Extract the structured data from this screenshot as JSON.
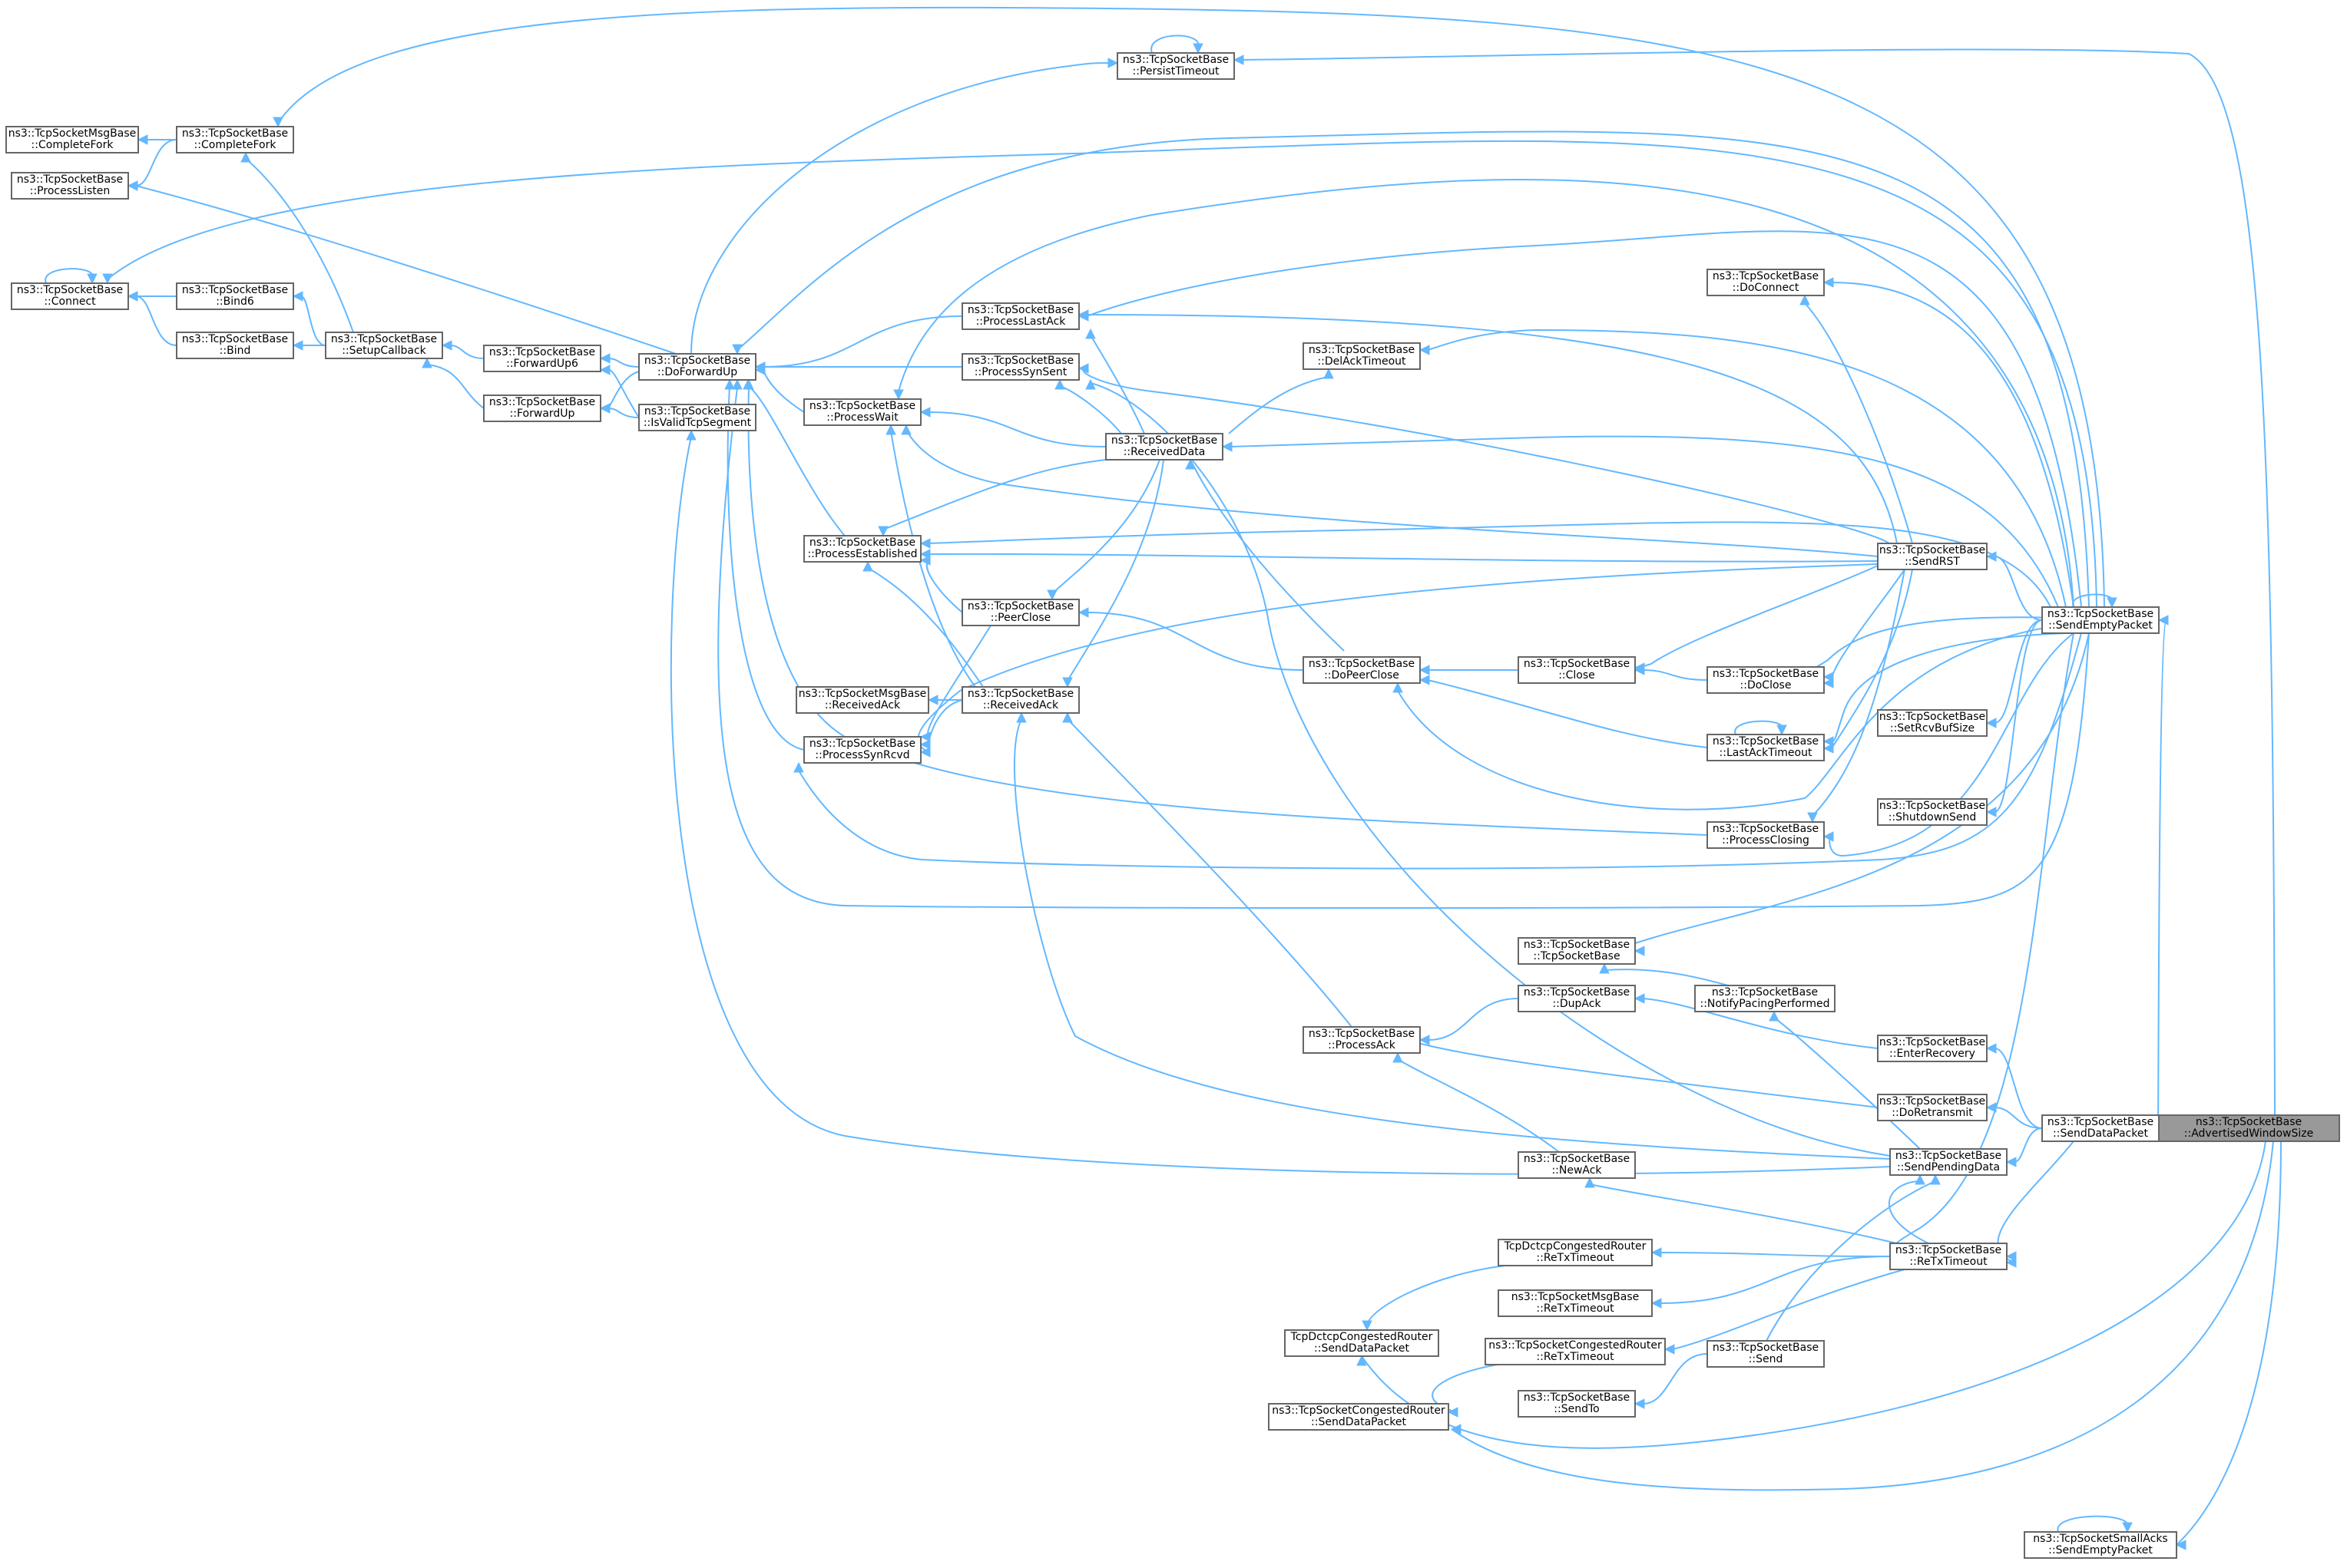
{
  "colors": {
    "edge": "#63b8ff",
    "node_border": "#666666",
    "node_fill": "#ffffff",
    "target_fill": "#999999"
  },
  "nodes": {
    "advertised_window_size": [
      "ns3::TcpSocketBase",
      "::AdvertisedWindowSize"
    ],
    "send_empty_packet": [
      "ns3::TcpSocketBase",
      "::SendEmptyPacket"
    ],
    "send_data_packet": [
      "ns3::TcpSocketBase",
      "::SendDataPacket"
    ],
    "send_pending_data": [
      "ns3::TcpSocketBase",
      "::SendPendingData"
    ],
    "retx_timeout": [
      "ns3::TcpSocketBase",
      "::ReTxTimeout"
    ],
    "send_rst": [
      "ns3::TcpSocketBase",
      "::SendRST"
    ],
    "persist_timeout": [
      "ns3::TcpSocketBase",
      "::PersistTimeout"
    ],
    "do_connect": [
      "ns3::TcpSocketBase",
      "::DoConnect"
    ],
    "del_ack_timeout": [
      "ns3::TcpSocketBase",
      "::DelAckTimeout"
    ],
    "received_data": [
      "ns3::TcpSocketBase",
      "::ReceivedData"
    ],
    "process_last_ack": [
      "ns3::TcpSocketBase",
      "::ProcessLastAck"
    ],
    "process_syn_sent": [
      "ns3::TcpSocketBase",
      "::ProcessSynSent"
    ],
    "process_wait": [
      "ns3::TcpSocketBase",
      "::ProcessWait"
    ],
    "process_established": [
      "ns3::TcpSocketBase",
      "::ProcessEstablished"
    ],
    "peer_close": [
      "ns3::TcpSocketBase",
      "::PeerClose"
    ],
    "received_ack": [
      "ns3::TcpSocketBase",
      "::ReceivedAck"
    ],
    "msg_received_ack": [
      "ns3::TcpSocketMsgBase",
      "::ReceivedAck"
    ],
    "process_syn_rcvd": [
      "ns3::TcpSocketBase",
      "::ProcessSynRcvd"
    ],
    "do_forward_up": [
      "ns3::TcpSocketBase",
      "::DoForwardUp"
    ],
    "is_valid_tcp_segment": [
      "ns3::TcpSocketBase",
      "::IsValidTcpSegment"
    ],
    "forward_up6": [
      "ns3::TcpSocketBase",
      "::ForwardUp6"
    ],
    "forward_up": [
      "ns3::TcpSocketBase",
      "::ForwardUp"
    ],
    "setup_callback": [
      "ns3::TcpSocketBase",
      "::SetupCallback"
    ],
    "bind6": [
      "ns3::TcpSocketBase",
      "::Bind6"
    ],
    "bind": [
      "ns3::TcpSocketBase",
      "::Bind"
    ],
    "connect": [
      "ns3::TcpSocketBase",
      "::Connect"
    ],
    "process_listen": [
      "ns3::TcpSocketBase",
      "::ProcessListen"
    ],
    "complete_fork": [
      "ns3::TcpSocketBase",
      "::CompleteFork"
    ],
    "msg_complete_fork": [
      "ns3::TcpSocketMsgBase",
      "::CompleteFork"
    ],
    "do_peer_close": [
      "ns3::TcpSocketBase",
      "::DoPeerClose"
    ],
    "close": [
      "ns3::TcpSocketBase",
      "::Close"
    ],
    "do_close": [
      "ns3::TcpSocketBase",
      "::DoClose"
    ],
    "last_ack_timeout": [
      "ns3::TcpSocketBase",
      "::LastAckTimeout"
    ],
    "process_closing": [
      "ns3::TcpSocketBase",
      "::ProcessClosing"
    ],
    "set_rcv_buf_size": [
      "ns3::TcpSocketBase",
      "::SetRcvBufSize"
    ],
    "shutdown_send": [
      "ns3::TcpSocketBase",
      "::ShutdownSend"
    ],
    "tcp_socket_base": [
      "ns3::TcpSocketBase",
      "::TcpSocketBase"
    ],
    "notify_pacing_performed": [
      "ns3::TcpSocketBase",
      "::NotifyPacingPerformed"
    ],
    "dup_ack": [
      "ns3::TcpSocketBase",
      "::DupAck"
    ],
    "process_ack": [
      "ns3::TcpSocketBase",
      "::ProcessAck"
    ],
    "enter_recovery": [
      "ns3::TcpSocketBase",
      "::EnterRecovery"
    ],
    "do_retransmit": [
      "ns3::TcpSocketBase",
      "::DoRetransmit"
    ],
    "new_ack": [
      "ns3::TcpSocketBase",
      "::NewAck"
    ],
    "dctcp_retx_timeout": [
      "TcpDctcpCongestedRouter",
      "::ReTxTimeout"
    ],
    "msg_retx_timeout": [
      "ns3::TcpSocketMsgBase",
      "::ReTxTimeout"
    ],
    "dctcp_send_data_packet": [
      "TcpDctcpCongestedRouter",
      "::SendDataPacket"
    ],
    "congested_retx_timeout": [
      "ns3::TcpSocketCongestedRouter",
      "::ReTxTimeout"
    ],
    "send": [
      "ns3::TcpSocketBase",
      "::Send"
    ],
    "send_to": [
      "ns3::TcpSocketBase",
      "::SendTo"
    ],
    "congested_send_data_packet": [
      "ns3::TcpSocketCongestedRouter",
      "::SendDataPacket"
    ],
    "small_acks_send_empty_packet": [
      "ns3::TcpSocketSmallAcks",
      "::SendEmptyPacket"
    ]
  }
}
